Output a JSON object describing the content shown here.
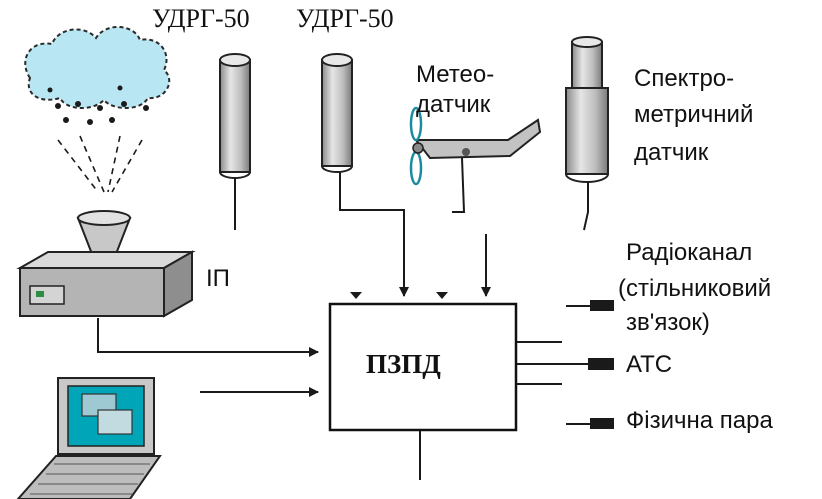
{
  "labels": {
    "udrg_left": "УДРГ-50",
    "udrg_right": "УДРГ-50",
    "meteo_line1": "Метео-",
    "meteo_line2": "датчик",
    "spectro_line1": "Спектро-",
    "spectro_line2": "метричний",
    "spectro_line3": "датчик",
    "ip": "ІП",
    "pzpd": "ПЗПД",
    "radio_line1": "Радіоканал",
    "radio_line2": "(стільниковий",
    "radio_line3": "зв'язок)",
    "ats": "АТС",
    "physical_pair": "Фізична пара"
  },
  "colors": {
    "cloud_fill": "#b8e6f2",
    "cloud_edge": "#2a2a2a",
    "detector_fill": "#c6c6c6",
    "ip_fill": "#b4b4b4",
    "screen": "#00a6b8",
    "ip_led": "#2f8d43",
    "line": "#1a1a1a"
  },
  "icons": [
    "rain-cloud-icon",
    "detector-tube-icon",
    "meteo-sensor-icon",
    "spectrometric-sensor-icon",
    "sampler-device-icon",
    "laptop-icon"
  ]
}
